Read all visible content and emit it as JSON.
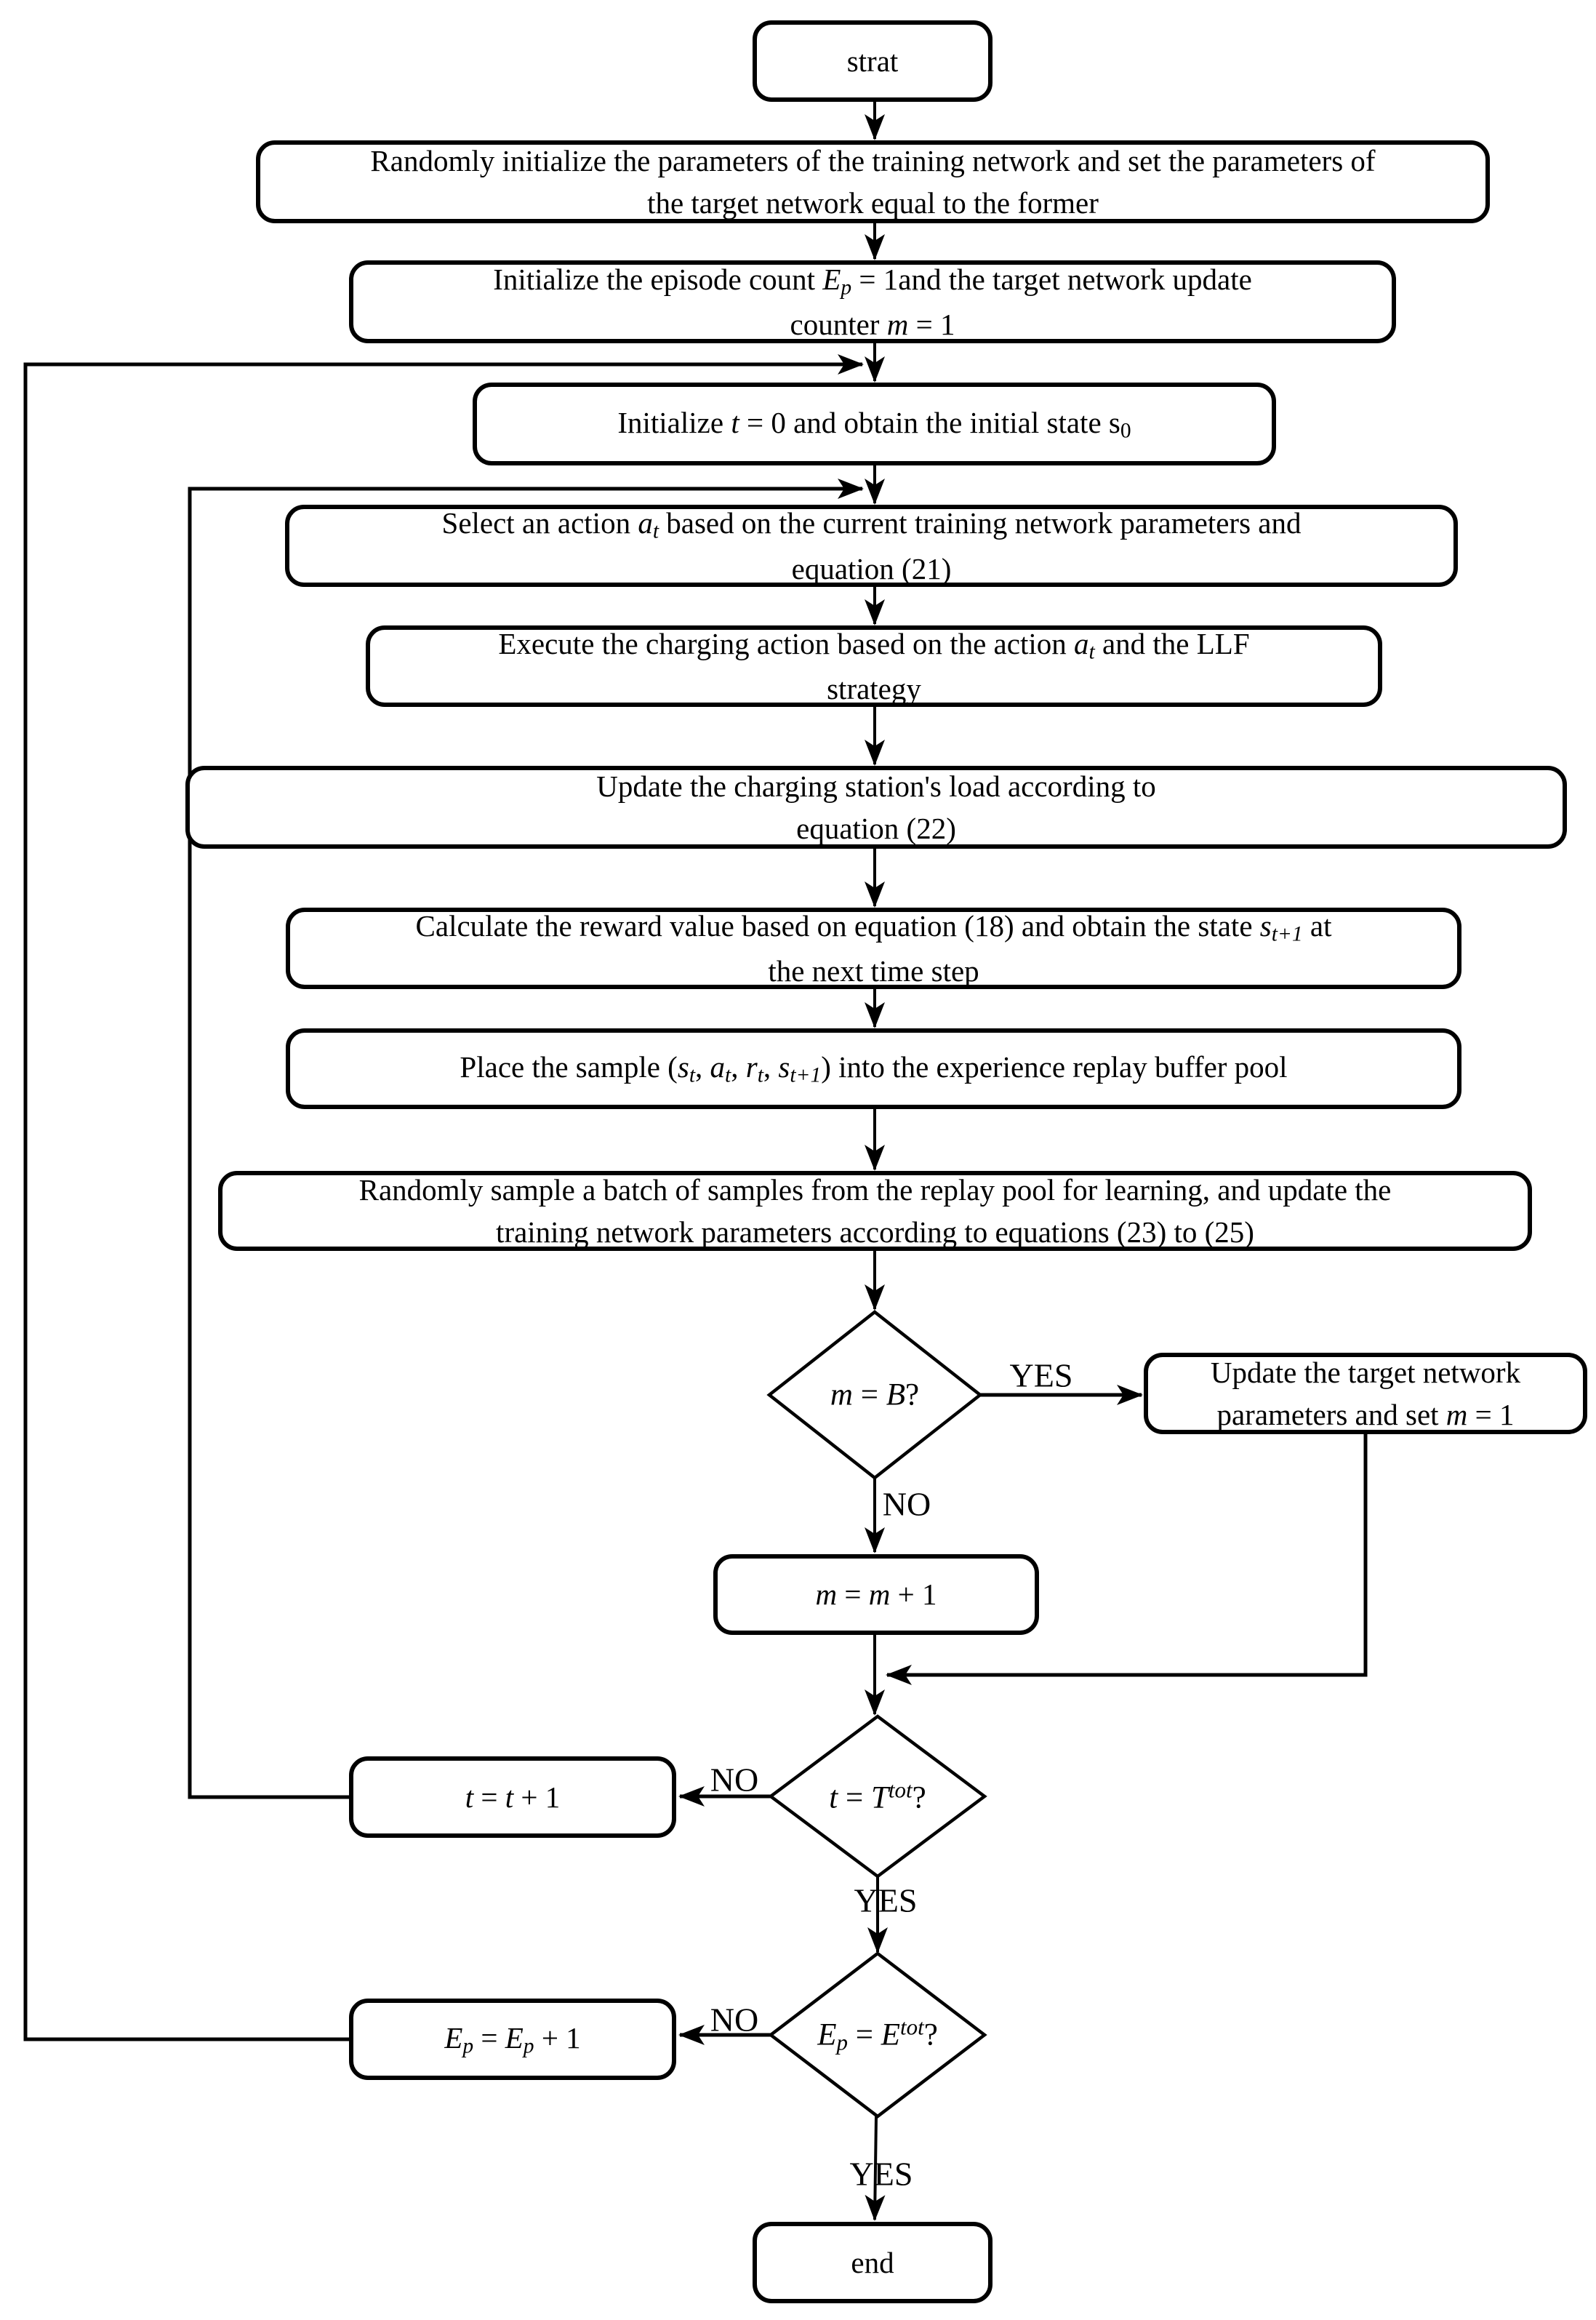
{
  "colors": {
    "ink": "#000000",
    "paper": "#ffffff"
  },
  "edge_labels": {
    "d1_yes": "YES",
    "d1_no": "NO",
    "d2_no": "NO",
    "d2_yes": "YES",
    "d3_no": "NO",
    "d3_yes": "YES"
  },
  "nodes": {
    "start": {
      "type": "terminator",
      "segments": [
        {
          "t": "strat"
        }
      ]
    },
    "init_params": {
      "type": "process",
      "segments": [
        {
          "t": "Randomly initialize the parameters of the training network and set the parameters of"
        },
        {
          "br": true
        },
        {
          "t": "the target network equal to the former"
        }
      ]
    },
    "init_episode": {
      "type": "process",
      "segments": [
        {
          "t": "Initialize the episode count "
        },
        {
          "t": "E",
          "s": "i"
        },
        {
          "t": "p",
          "s": "isub"
        },
        {
          "t": " = 1and the target network update"
        },
        {
          "br": true
        },
        {
          "t": "counter "
        },
        {
          "t": "m",
          "s": "i"
        },
        {
          "t": " = 1"
        }
      ]
    },
    "init_t": {
      "type": "process",
      "segments": [
        {
          "t": "Initialize "
        },
        {
          "t": "t",
          "s": "i"
        },
        {
          "t": " = 0 and obtain the initial state s"
        },
        {
          "t": "0",
          "s": "sub"
        }
      ]
    },
    "select_action": {
      "type": "process",
      "segments": [
        {
          "t": "Select an action "
        },
        {
          "t": "a",
          "s": "i"
        },
        {
          "t": "t",
          "s": "isub"
        },
        {
          "t": " based on the current training network parameters and"
        },
        {
          "br": true
        },
        {
          "t": "equation (21)"
        }
      ]
    },
    "execute_action": {
      "type": "process",
      "segments": [
        {
          "t": "Execute the charging action based on the action "
        },
        {
          "t": "a",
          "s": "i"
        },
        {
          "t": "t",
          "s": "isub"
        },
        {
          "t": " and the LLF"
        },
        {
          "br": true
        },
        {
          "t": "strategy"
        }
      ]
    },
    "update_load": {
      "type": "process",
      "segments": [
        {
          "t": "Update the charging station's load according to"
        },
        {
          "br": true
        },
        {
          "t": "equation (22)"
        }
      ]
    },
    "calc_reward": {
      "type": "process",
      "segments": [
        {
          "t": "Calculate the reward value based on equation (18) and obtain the state "
        },
        {
          "t": "s",
          "s": "i"
        },
        {
          "t": "t+1",
          "s": "isub"
        },
        {
          "t": " at"
        },
        {
          "br": true
        },
        {
          "t": "the next time step"
        }
      ]
    },
    "store_sample": {
      "type": "process",
      "segments": [
        {
          "t": "Place the sample ("
        },
        {
          "t": "s",
          "s": "i"
        },
        {
          "t": "t",
          "s": "isub"
        },
        {
          "t": ", "
        },
        {
          "t": "a",
          "s": "i"
        },
        {
          "t": "t",
          "s": "isub"
        },
        {
          "t": ", "
        },
        {
          "t": "r",
          "s": "i"
        },
        {
          "t": "t",
          "s": "isub"
        },
        {
          "t": ", "
        },
        {
          "t": "s",
          "s": "i"
        },
        {
          "t": "t+1",
          "s": "isub"
        },
        {
          "t": ") into the experience replay buffer pool"
        }
      ]
    },
    "sample_batch": {
      "type": "process",
      "segments": [
        {
          "t": "Randomly sample a batch of samples from the replay pool for learning, and update the"
        },
        {
          "br": true
        },
        {
          "t": "training network parameters according to equations (23) to (25)"
        }
      ]
    },
    "decision_m_eq_B": {
      "type": "decision",
      "segments": [
        {
          "t": "m",
          "s": "i"
        },
        {
          "t": " = "
        },
        {
          "t": "B",
          "s": "i"
        },
        {
          "t": "?"
        }
      ]
    },
    "update_target": {
      "type": "process",
      "segments": [
        {
          "t": "Update the target network"
        },
        {
          "br": true
        },
        {
          "t": "parameters and set "
        },
        {
          "t": "m",
          "s": "i"
        },
        {
          "t": " = 1"
        }
      ]
    },
    "increment_m": {
      "type": "process",
      "segments": [
        {
          "t": "m",
          "s": "i"
        },
        {
          "t": " = "
        },
        {
          "t": "m",
          "s": "i"
        },
        {
          "t": " + 1"
        }
      ]
    },
    "decision_t_eq_Ttot": {
      "type": "decision",
      "segments": [
        {
          "t": "t",
          "s": "i"
        },
        {
          "t": " = "
        },
        {
          "t": "T",
          "s": "i"
        },
        {
          "t": "tot",
          "s": "isup"
        },
        {
          "t": "?"
        }
      ]
    },
    "increment_t": {
      "type": "process",
      "segments": [
        {
          "t": "t",
          "s": "i"
        },
        {
          "t": " = "
        },
        {
          "t": "t",
          "s": "i"
        },
        {
          "t": " + 1"
        }
      ]
    },
    "decision_Ep_eq_Etot": {
      "type": "decision",
      "segments": [
        {
          "t": "E",
          "s": "i"
        },
        {
          "t": "p",
          "s": "isub"
        },
        {
          "t": " = "
        },
        {
          "t": "E",
          "s": "i"
        },
        {
          "t": "tot",
          "s": "isup"
        },
        {
          "t": "?"
        }
      ]
    },
    "increment_Ep": {
      "type": "process",
      "segments": [
        {
          "t": "E",
          "s": "i"
        },
        {
          "t": "p",
          "s": "isub"
        },
        {
          "t": " = "
        },
        {
          "t": "E",
          "s": "i"
        },
        {
          "t": "p",
          "s": "isub"
        },
        {
          "t": " + 1"
        }
      ]
    },
    "end": {
      "type": "terminator",
      "segments": [
        {
          "t": "end"
        }
      ]
    }
  }
}
